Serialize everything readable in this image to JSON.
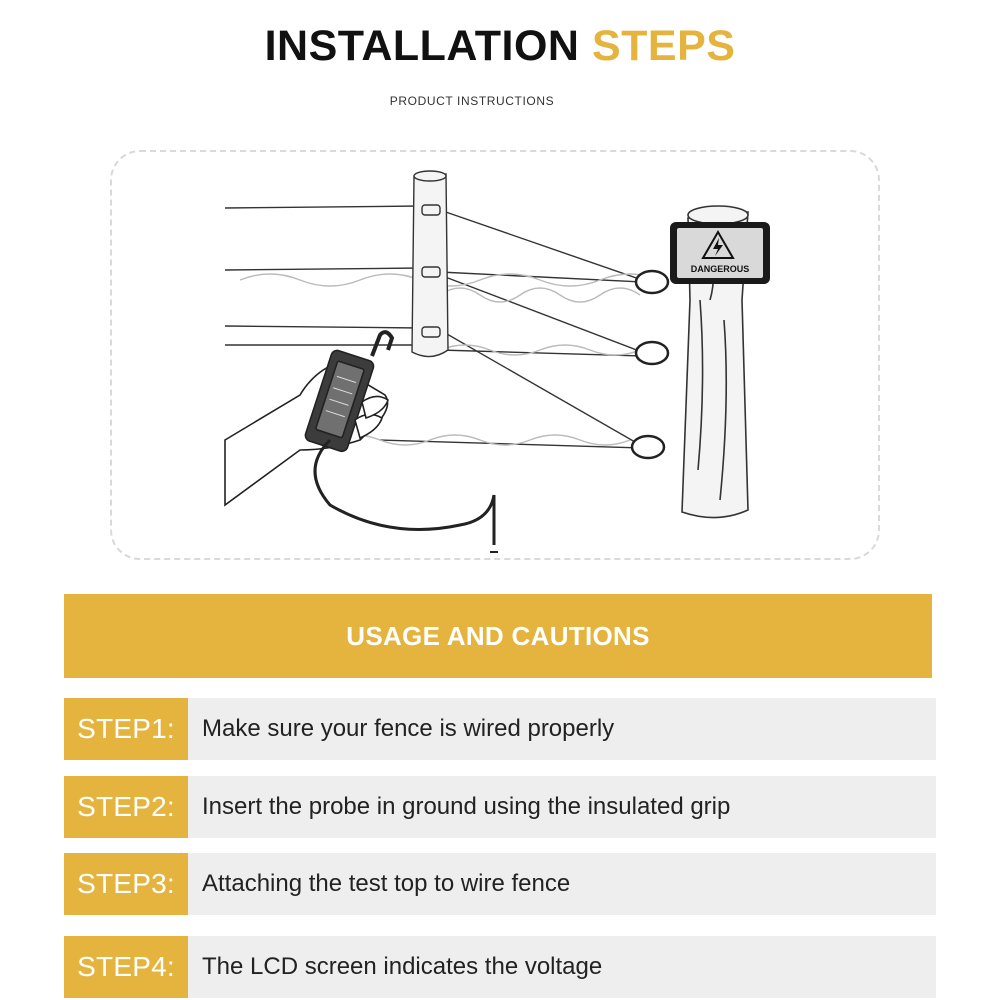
{
  "header": {
    "title_main": "INSTALLATION",
    "title_accent": "STEPS",
    "subtitle": "PRODUCT INSTRUCTIONS"
  },
  "illustration": {
    "sign_text": "DANGEROUS",
    "icon": "high-voltage-warning-icon"
  },
  "banner": {
    "label": "USAGE AND CAUTIONS"
  },
  "steps": [
    {
      "label": "STEP1:",
      "text": "Make sure your fence is wired properly"
    },
    {
      "label": "STEP2:",
      "text": "Insert the probe in ground using the insulated grip"
    },
    {
      "label": "STEP3:",
      "text": "Attaching the test top to wire fence"
    },
    {
      "label": "STEP4:",
      "text": "The LCD screen indicates the voltage"
    }
  ],
  "colors": {
    "accent": "#e4b43e",
    "step_bg": "#eeeeee",
    "title": "#111111"
  }
}
